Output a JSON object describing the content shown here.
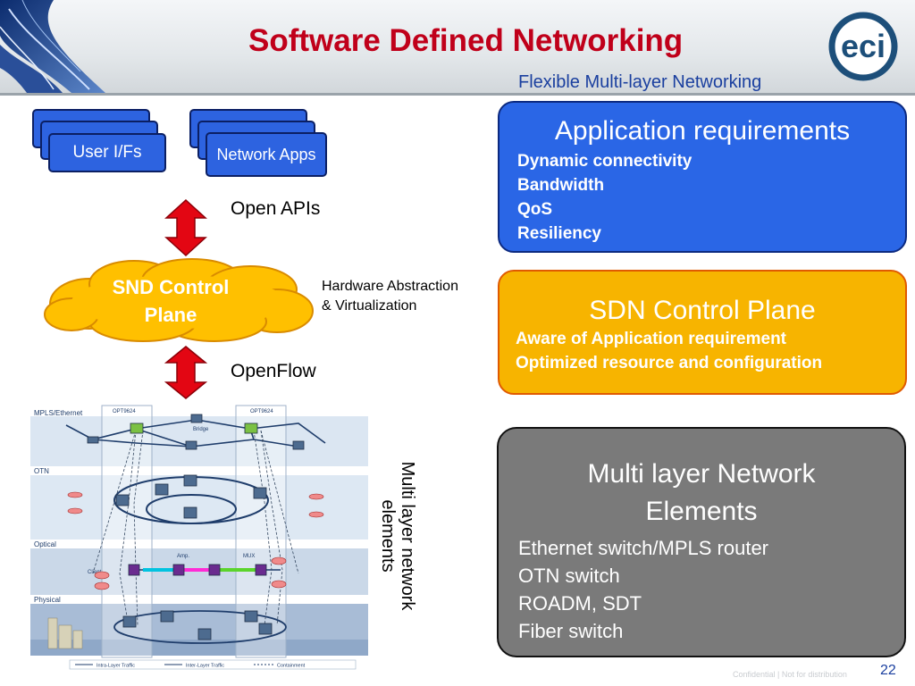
{
  "header": {
    "title": "Software Defined Networking",
    "subtitle": "Flexible Multi-layer Networking",
    "logo_text": "eci"
  },
  "app_stacks": [
    {
      "label": "User I/Fs"
    },
    {
      "label": "Network Apps"
    }
  ],
  "labels": {
    "open_apis": "Open APIs",
    "openflow": "OpenFlow",
    "hw_abstraction_line1": "Hardware Abstraction",
    "hw_abstraction_line2": "& Virtualization",
    "multi_layer_vertical": "Multi layer network elements"
  },
  "cloud": {
    "line1": "SND Control",
    "line2": "Plane"
  },
  "panels": {
    "application": {
      "heading": "Application requirements",
      "items": [
        "Dynamic connectivity",
        "Bandwidth",
        "QoS",
        "Resiliency"
      ]
    },
    "sdn": {
      "heading": "SDN Control Plane",
      "items": [
        "Aware of Application requirement",
        "Optimized resource and configuration"
      ]
    },
    "network_elements": {
      "heading_line1": "Multi layer Network",
      "heading_line2": "Elements",
      "items": [
        "Ethernet switch/MPLS router",
        "OTN switch",
        "ROADM, SDT",
        "Fiber switch"
      ]
    }
  },
  "diagram": {
    "layers": [
      "MPLS/Ethernet",
      "OTN",
      "Optical",
      "Physical"
    ],
    "node_labels": {
      "opt_left": "OPT9624",
      "opt_right": "OPT9624",
      "bridge": "Bridge",
      "amp": "Amp.",
      "mux": "MUX",
      "client": "Client"
    },
    "legend": [
      "Intra-Layer Traffic",
      "Inter-Layer Traffic",
      "Containment"
    ]
  },
  "footer": {
    "page_number": "22",
    "confidential": "Confidential | Not for distribution"
  },
  "colors": {
    "title_red": "#c0001a",
    "subtitle_blue": "#1a3f9f",
    "app_blue": "#2a66e6",
    "sdn_orange": "#f7b400",
    "ne_gray": "#7a7a7a",
    "arrow_red": "#e30613",
    "cloud_yellow": "#ffc000"
  }
}
